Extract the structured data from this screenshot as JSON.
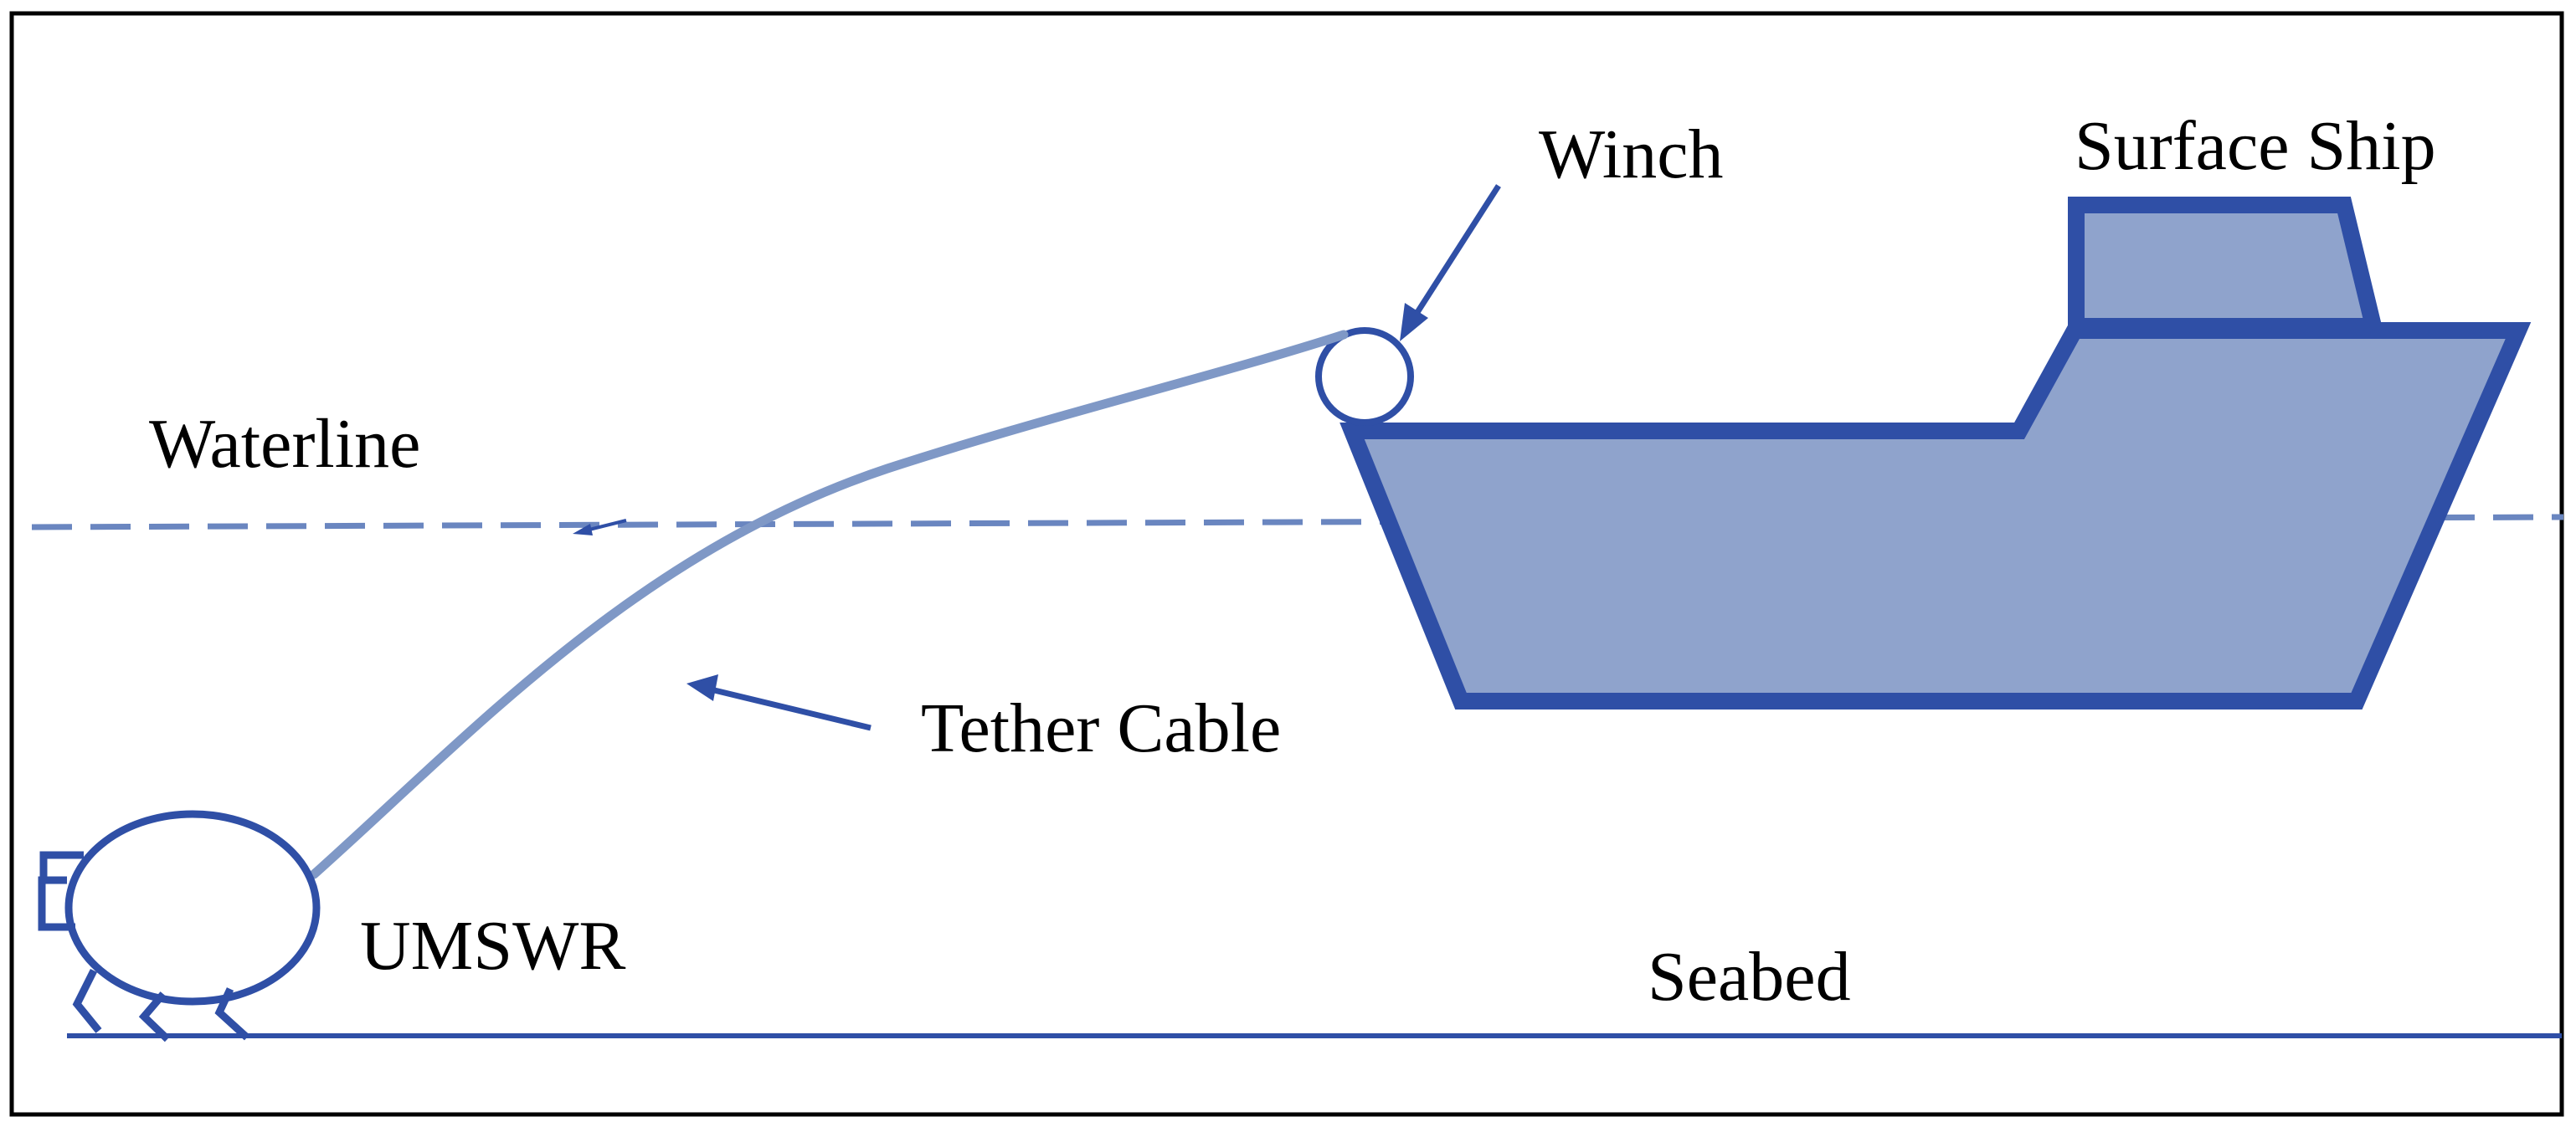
{
  "labels": {
    "winch": "Winch",
    "surface_ship": "Surface Ship",
    "waterline": "Waterline",
    "tether_cable": "Tether Cable",
    "umswr": "UMSWR",
    "seabed": "Seabed"
  },
  "colors": {
    "line_blue": "#2f4fa6",
    "hull_fill": "#8fa3cc",
    "cable_blue": "#7f98c6",
    "waterline_blue": "#6a86c0",
    "border": "#000000",
    "text": "#000000"
  }
}
